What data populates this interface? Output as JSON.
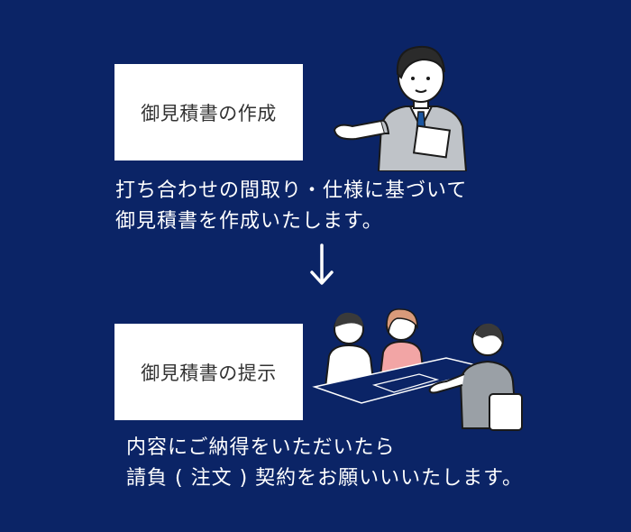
{
  "steps": [
    {
      "title": "御見積書の作成",
      "lines": [
        "打ち合わせの間取り・仕様に基づいて",
        "御見積書を作成いたします。"
      ]
    },
    {
      "title": "御見積書の提示",
      "lines": [
        "内容にご納得をいただいたら",
        "請負 ( 注文 ) 契約をお願いいいたします。"
      ]
    }
  ],
  "colors": {
    "background": "#0b2466",
    "box": "#ffffff",
    "text": "#ffffff"
  },
  "icons": [
    "businessman-presenting-illustration",
    "down-arrow-icon",
    "meeting-table-illustration"
  ]
}
